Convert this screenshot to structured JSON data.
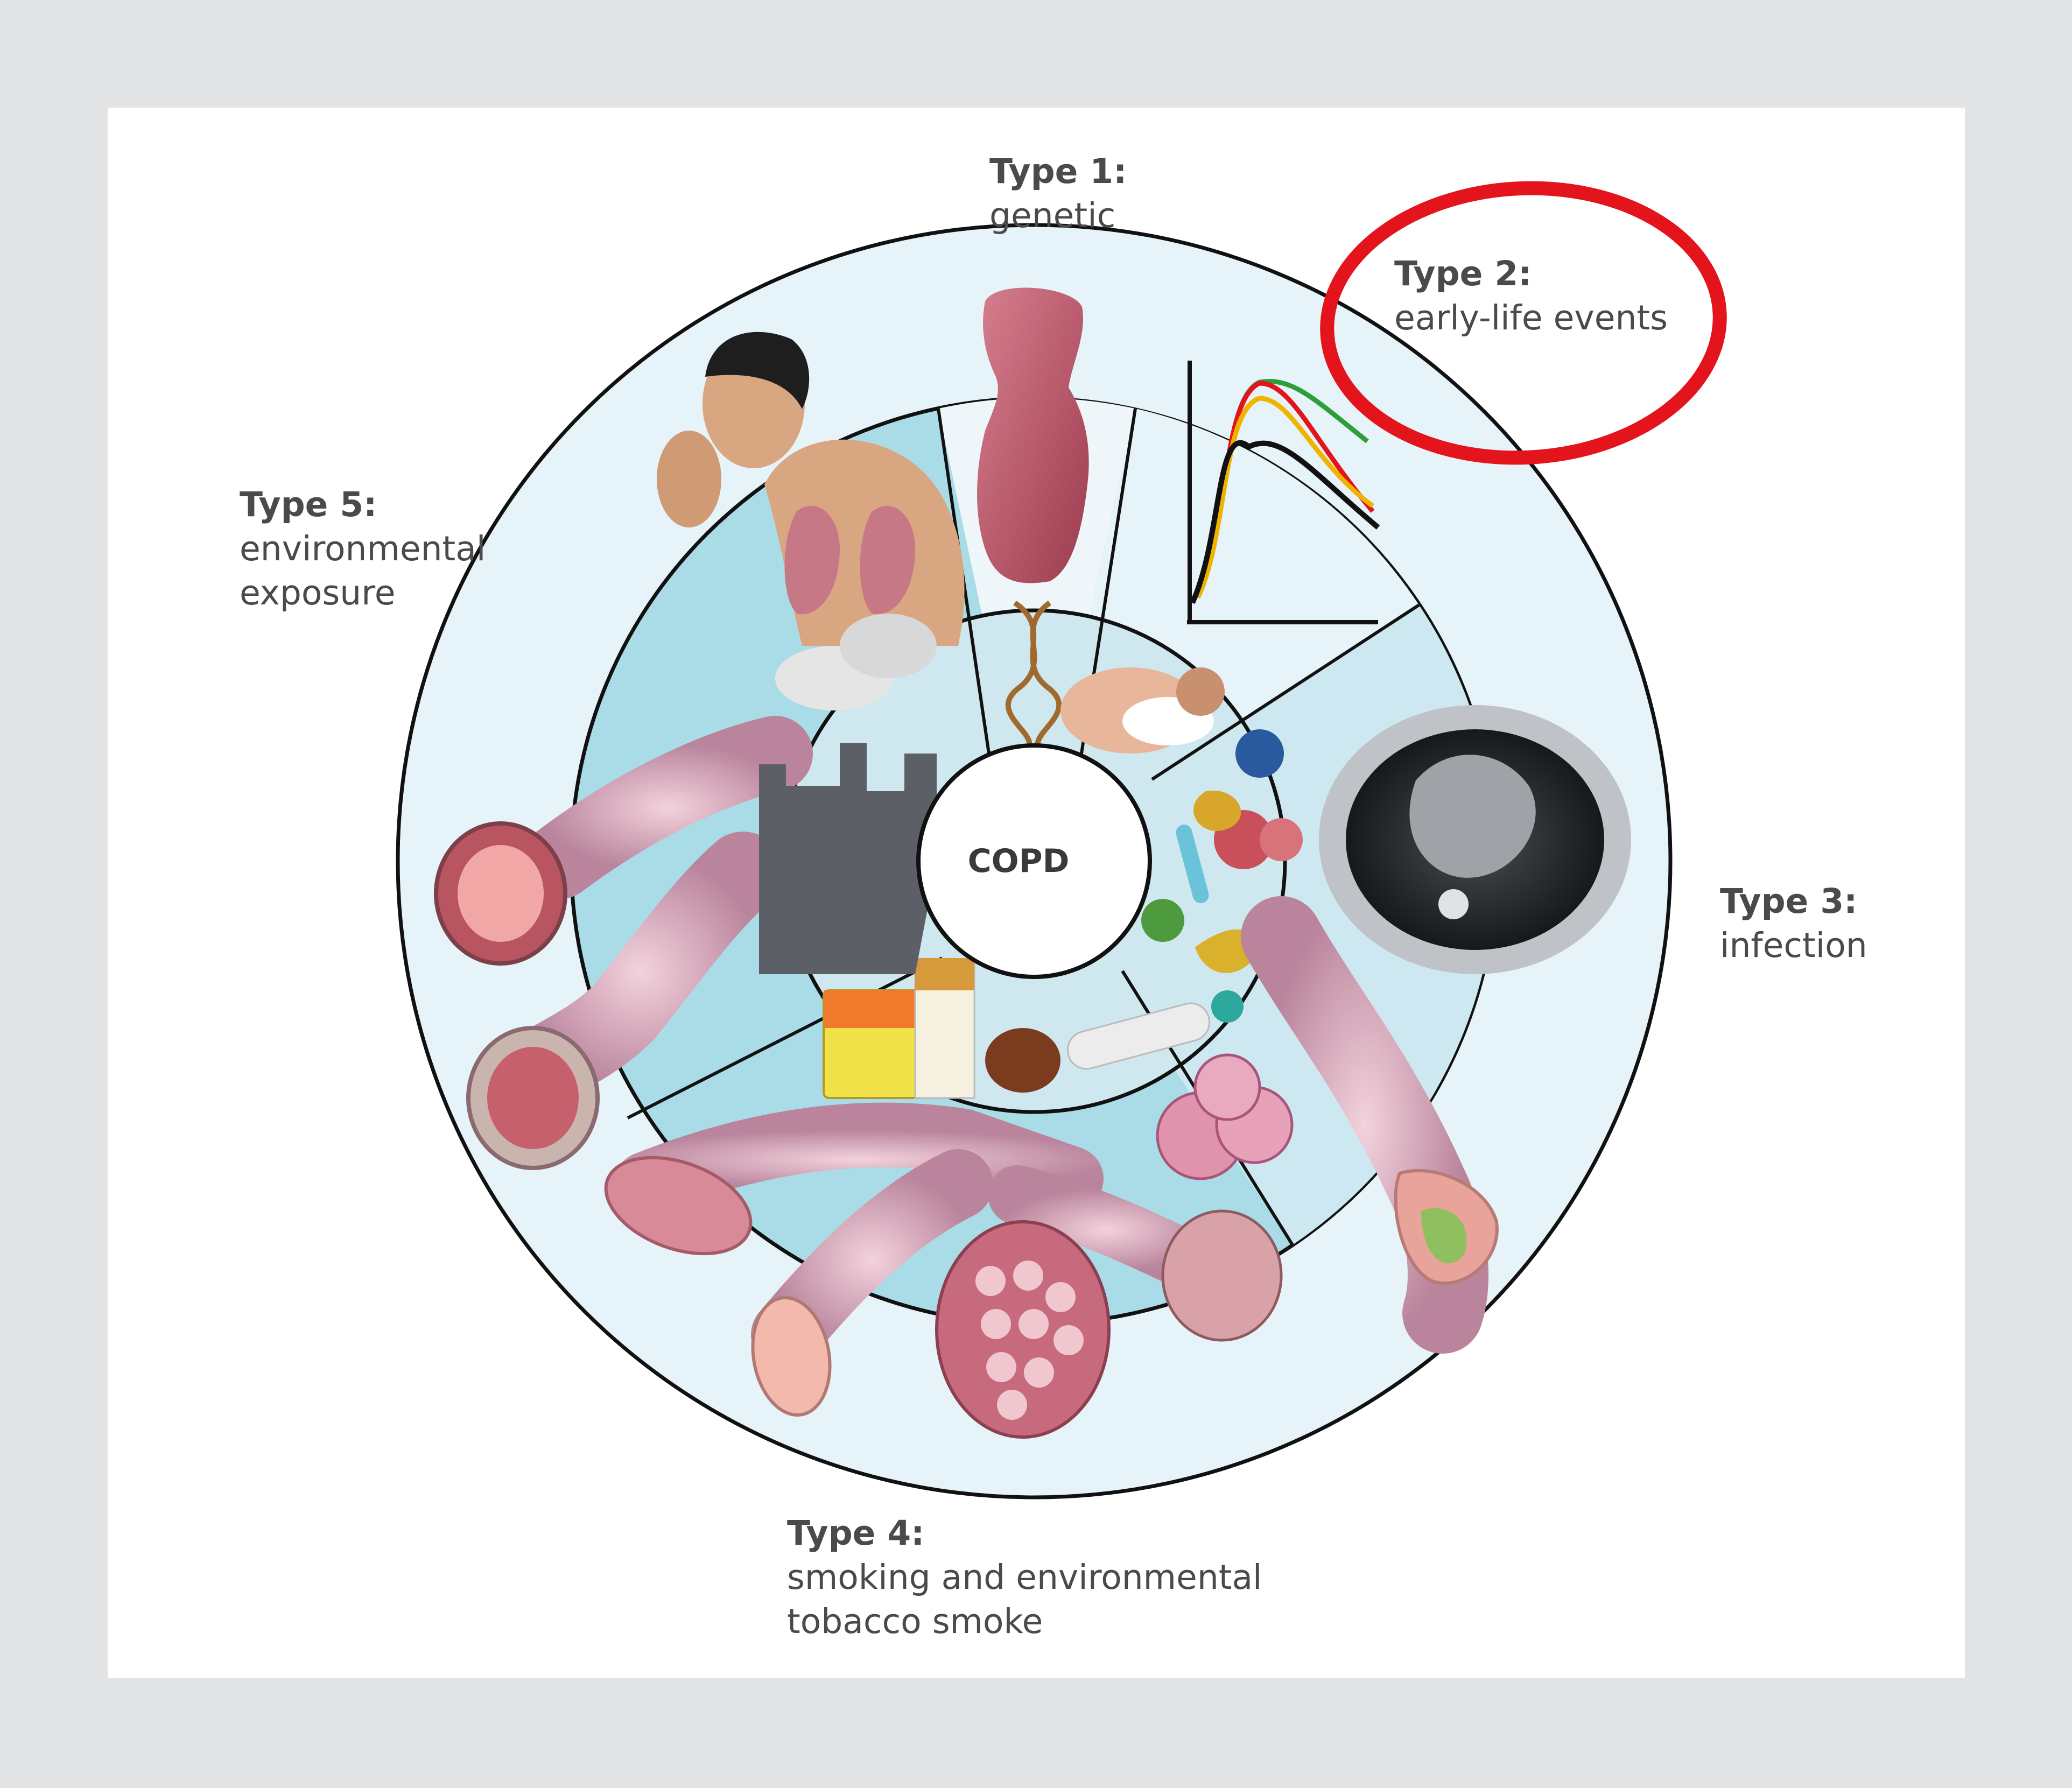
{
  "center_label": "COPD",
  "types": [
    {
      "title": "Type 1:",
      "lines": [
        "genetic"
      ]
    },
    {
      "title": "Type 2:",
      "lines": [
        "early-life events"
      ]
    },
    {
      "title": "Type 3:",
      "lines": [
        "infection"
      ]
    },
    {
      "title": "Type 4:",
      "lines": [
        "smoking and environmental",
        "tobacco smoke"
      ]
    },
    {
      "title": "Type 5:",
      "lines": [
        "environmental",
        "exposure"
      ]
    }
  ],
  "highlight": {
    "target": "Type 2",
    "color": "#e3141b"
  },
  "growth_curves": {
    "colors": [
      "#111111",
      "#2e9e3a",
      "#e3141b",
      "#f0b400"
    ]
  },
  "colors": {
    "outer_ring": "#e6f3f8",
    "middle_ring": "#a9dce7",
    "inner_ring": "#cfe7ef",
    "frame": "#ffffff",
    "background": "#e2e3e5"
  }
}
